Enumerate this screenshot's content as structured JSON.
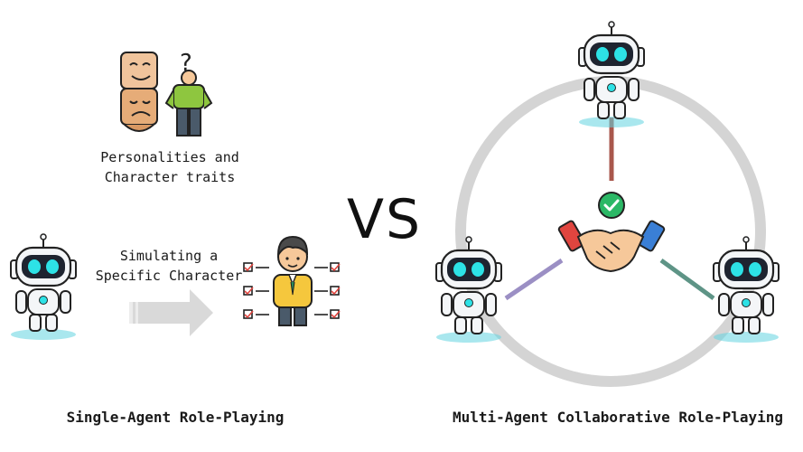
{
  "labels": {
    "traits_line1": "Personalities and",
    "traits_line2": "Character traits",
    "simulating_line1": "Simulating a",
    "simulating_line2": "Specific Character",
    "vs": "VS",
    "single_agent": "Single-Agent Role-Playing",
    "multi_agent": "Multi-Agent Collaborative Role-Playing"
  },
  "icons": {
    "masks": "theater-masks-icon",
    "confused_person": "confused-person-icon",
    "character": "character-with-checklist-icon",
    "arrow": "right-arrow-icon",
    "robot": "robot-icon",
    "handshake": "handshake-icon",
    "check": "check-badge-icon"
  },
  "colors": {
    "robot_eye": "#2de2e6",
    "robot_body": "#f4f6f8",
    "robot_face": "#1e2430",
    "ring": "#d4d4d4",
    "line_top": "#a9574c",
    "line_left": "#9b8fc4",
    "line_right": "#5e9486",
    "check_green": "#2cb866",
    "cuff_red": "#e0453f",
    "cuff_blue": "#3a7fd6",
    "skin": "#f6c89a"
  }
}
